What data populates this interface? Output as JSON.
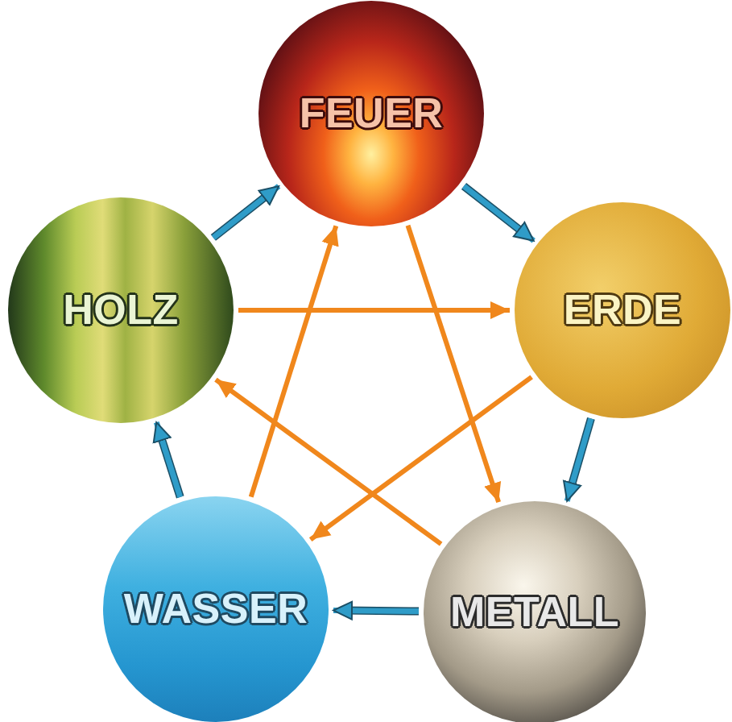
{
  "diagram": {
    "nodes": [
      {
        "text": [
          "FEUER"
        ]
      },
      {
        "text": [
          "HOLZ"
        ]
      },
      {
        "text": [
          "ERDE"
        ]
      },
      {
        "text": [
          "WASSER"
        ]
      },
      {
        "text": [
          "METALL"
        ]
      }
    ],
    "edges": [
      {
        "from": 1,
        "to": 0,
        "arrow": "to"
      },
      {
        "from": 0,
        "to": 2,
        "arrow": "to"
      },
      {
        "from": 2,
        "to": 4,
        "arrow": "to"
      },
      {
        "from": 4,
        "to": 3,
        "arrow": "to"
      },
      {
        "from": 3,
        "to": 1,
        "arrow": "to"
      },
      {
        "from": 1,
        "to": 2,
        "arrow": "to"
      },
      {
        "from": 2,
        "to": 3,
        "arrow": "to"
      },
      {
        "from": 3,
        "to": 0,
        "arrow": "to"
      },
      {
        "from": 0,
        "to": 4,
        "arrow": "to"
      },
      {
        "from": 4,
        "to": 1,
        "arrow": "to"
      }
    ]
  }
}
